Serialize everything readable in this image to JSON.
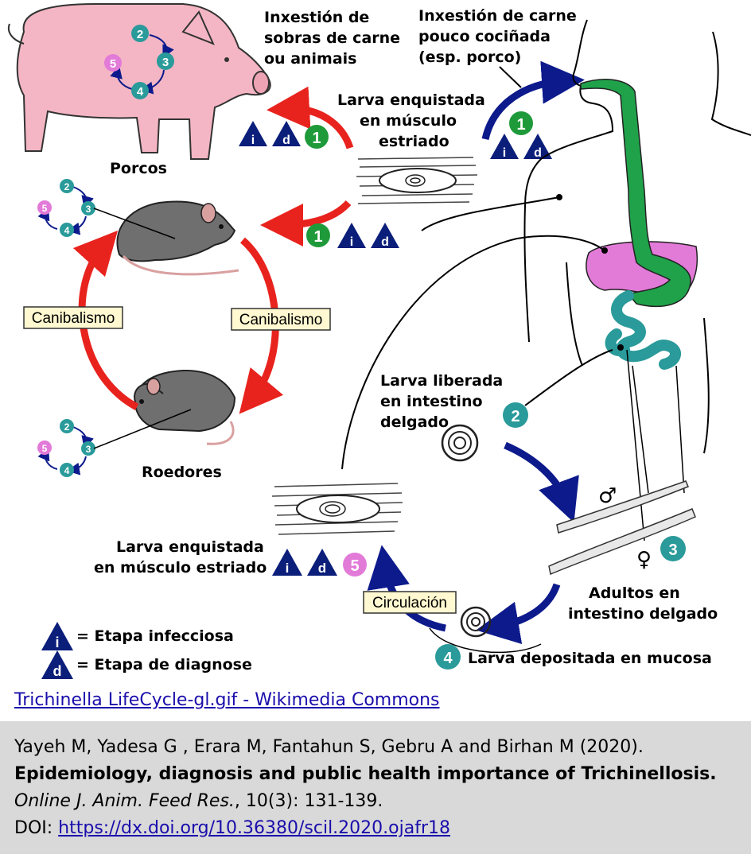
{
  "labels": {
    "ingestion_scraps": [
      "Inxestión de",
      "sobras de carne",
      "ou animais"
    ],
    "ingestion_undercooked": [
      "Inxestión de carne",
      "pouco cociñada",
      "(esp. porco)"
    ],
    "encysted_top": [
      "Larva enquistada",
      "en músculo",
      "estriado"
    ],
    "pigs": "Porcos",
    "cannibalism_left": "Canibalismo",
    "cannibalism_right": "Canibalismo",
    "rodents": "Roedores",
    "larva_released": [
      "Larva liberada",
      "en intestino",
      "delgado"
    ],
    "encysted_bottom": [
      "Larva enquistada",
      "en músculo estriado"
    ],
    "adults": [
      "Adultos en",
      "intestino delgado"
    ],
    "circulation": "Circulación",
    "larva_deposited": "Larva depositada en mucosa",
    "legend_infective": "= Etapa infecciosa",
    "legend_diagnostic": "= Etapa de diagnose",
    "stage_i": "i",
    "stage_d": "d",
    "male_symbol": "♂",
    "female_symbol": "♀"
  },
  "step_numbers": {
    "one": "1",
    "two": "2",
    "three": "3",
    "four": "4",
    "five": "5"
  },
  "colors": {
    "red_arrow": "#e8231e",
    "blue_arrow": "#0d1a8c",
    "teal_badge": "#2a9a9a",
    "green_badge": "#1f9a3a",
    "pink_badge": "#e27ad8",
    "navy_triangle": "#0a1e7a",
    "esophagus": "#1fa24a",
    "liver": "#e27ad8",
    "intestine": "#3aa6a6",
    "pig": "#f4b6c4",
    "rat": "#6f6f6f"
  },
  "source_link": "Trichinella LifeCycle-gl.gif - Wikimedia Commons",
  "citation": {
    "authors": "Yayeh M, Yadesa G , Erara M, Fantahun S, Gebru A and Birhan M (2020).",
    "title": "Epidemiology, diagnosis and public health importance of Trichinellosis.",
    "journal_name": "Online J. Anim. Feed Res.",
    "journal_rest": ", 10(3): 131-139.",
    "doi_label": "DOI: ",
    "doi_url": "https://dx.doi.org/10.36380/scil.2020.ojafr18"
  }
}
